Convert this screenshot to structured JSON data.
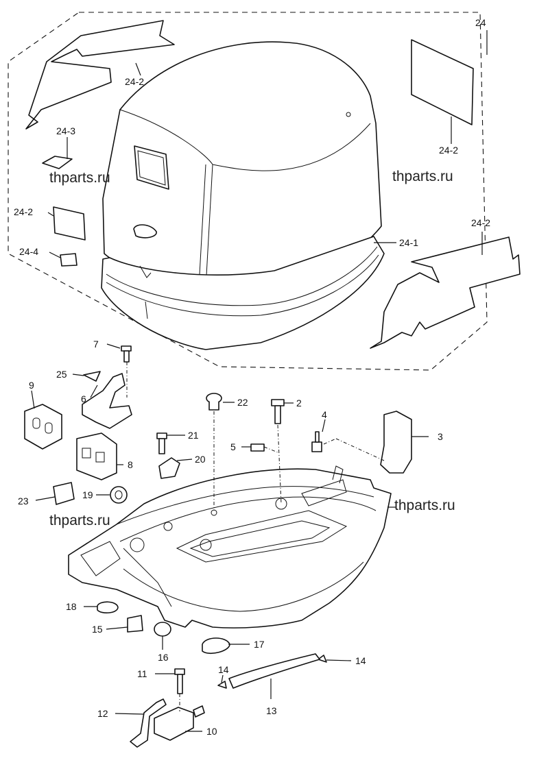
{
  "diagram": {
    "labels": [
      {
        "id": "24",
        "text": "24"
      },
      {
        "id": "24-2a",
        "text": "24-2"
      },
      {
        "id": "24-2b",
        "text": "24-2"
      },
      {
        "id": "24-2c",
        "text": "24-2"
      },
      {
        "id": "24-2d",
        "text": "24-2"
      },
      {
        "id": "24-3",
        "text": "24-3"
      },
      {
        "id": "24-4",
        "text": "24-4"
      },
      {
        "id": "24-1",
        "text": "24-1"
      },
      {
        "id": "7",
        "text": "7"
      },
      {
        "id": "25",
        "text": "25"
      },
      {
        "id": "6",
        "text": "6"
      },
      {
        "id": "9",
        "text": "9"
      },
      {
        "id": "8",
        "text": "8"
      },
      {
        "id": "22",
        "text": "22"
      },
      {
        "id": "2",
        "text": "2"
      },
      {
        "id": "4",
        "text": "4"
      },
      {
        "id": "3",
        "text": "3"
      },
      {
        "id": "21",
        "text": "21"
      },
      {
        "id": "5",
        "text": "5"
      },
      {
        "id": "20",
        "text": "20"
      },
      {
        "id": "19",
        "text": "19"
      },
      {
        "id": "23",
        "text": "23"
      },
      {
        "id": "18",
        "text": "18"
      },
      {
        "id": "15",
        "text": "15"
      },
      {
        "id": "16",
        "text": "16"
      },
      {
        "id": "17",
        "text": "17"
      },
      {
        "id": "14a",
        "text": "14"
      },
      {
        "id": "14b",
        "text": "14"
      },
      {
        "id": "11",
        "text": "11"
      },
      {
        "id": "13",
        "text": "13"
      },
      {
        "id": "12",
        "text": "12"
      },
      {
        "id": "10",
        "text": "10"
      }
    ],
    "watermarks": [
      "thparts.ru",
      "thparts.ru",
      "thparts.ru",
      "thparts.ru"
    ]
  }
}
